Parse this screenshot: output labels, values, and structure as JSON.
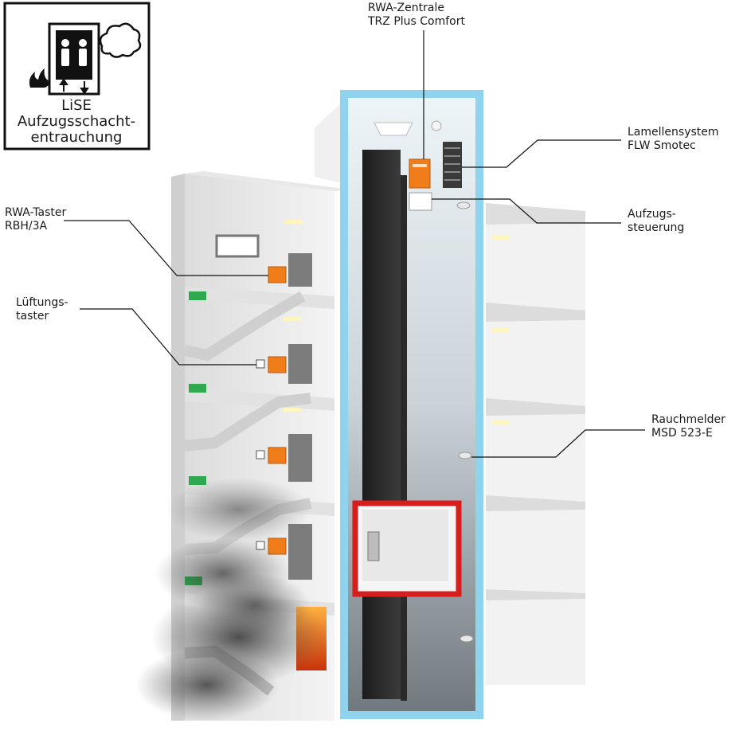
{
  "badge": {
    "line1": "LiSE",
    "line2": "Aufzugsschacht-",
    "line3": "entrauchung",
    "icons": [
      "elevator-icon",
      "people-icon",
      "fire-icon",
      "smoke-icon",
      "up-down-arrows-icon"
    ]
  },
  "labels": {
    "rwa_zentrale": {
      "line1": "RWA-Zentrale",
      "line2": "TRZ Plus Comfort"
    },
    "lamellensystem": {
      "line1": "Lamellensystem",
      "line2": "FLW Smotec"
    },
    "aufzugssteuerung": {
      "line1": "Aufzugs-",
      "line2": "steuerung"
    },
    "rwa_taster": {
      "line1": "RWA-Taster",
      "line2": "RBH/3A"
    },
    "lueftungstaster": {
      "line1": "Lüftungs-",
      "line2": "taster"
    },
    "rauchmelder": {
      "line1": "Rauchmelder",
      "line2": "MSD 523-E"
    }
  },
  "colors": {
    "shaft_frame": "#8fd3ef",
    "cabin_frame": "#d81d1d",
    "control_box": "#f07d1a",
    "exit_sign": "#2fa84f",
    "smoke": "#3a3a3a",
    "fire": "#e8601a"
  }
}
